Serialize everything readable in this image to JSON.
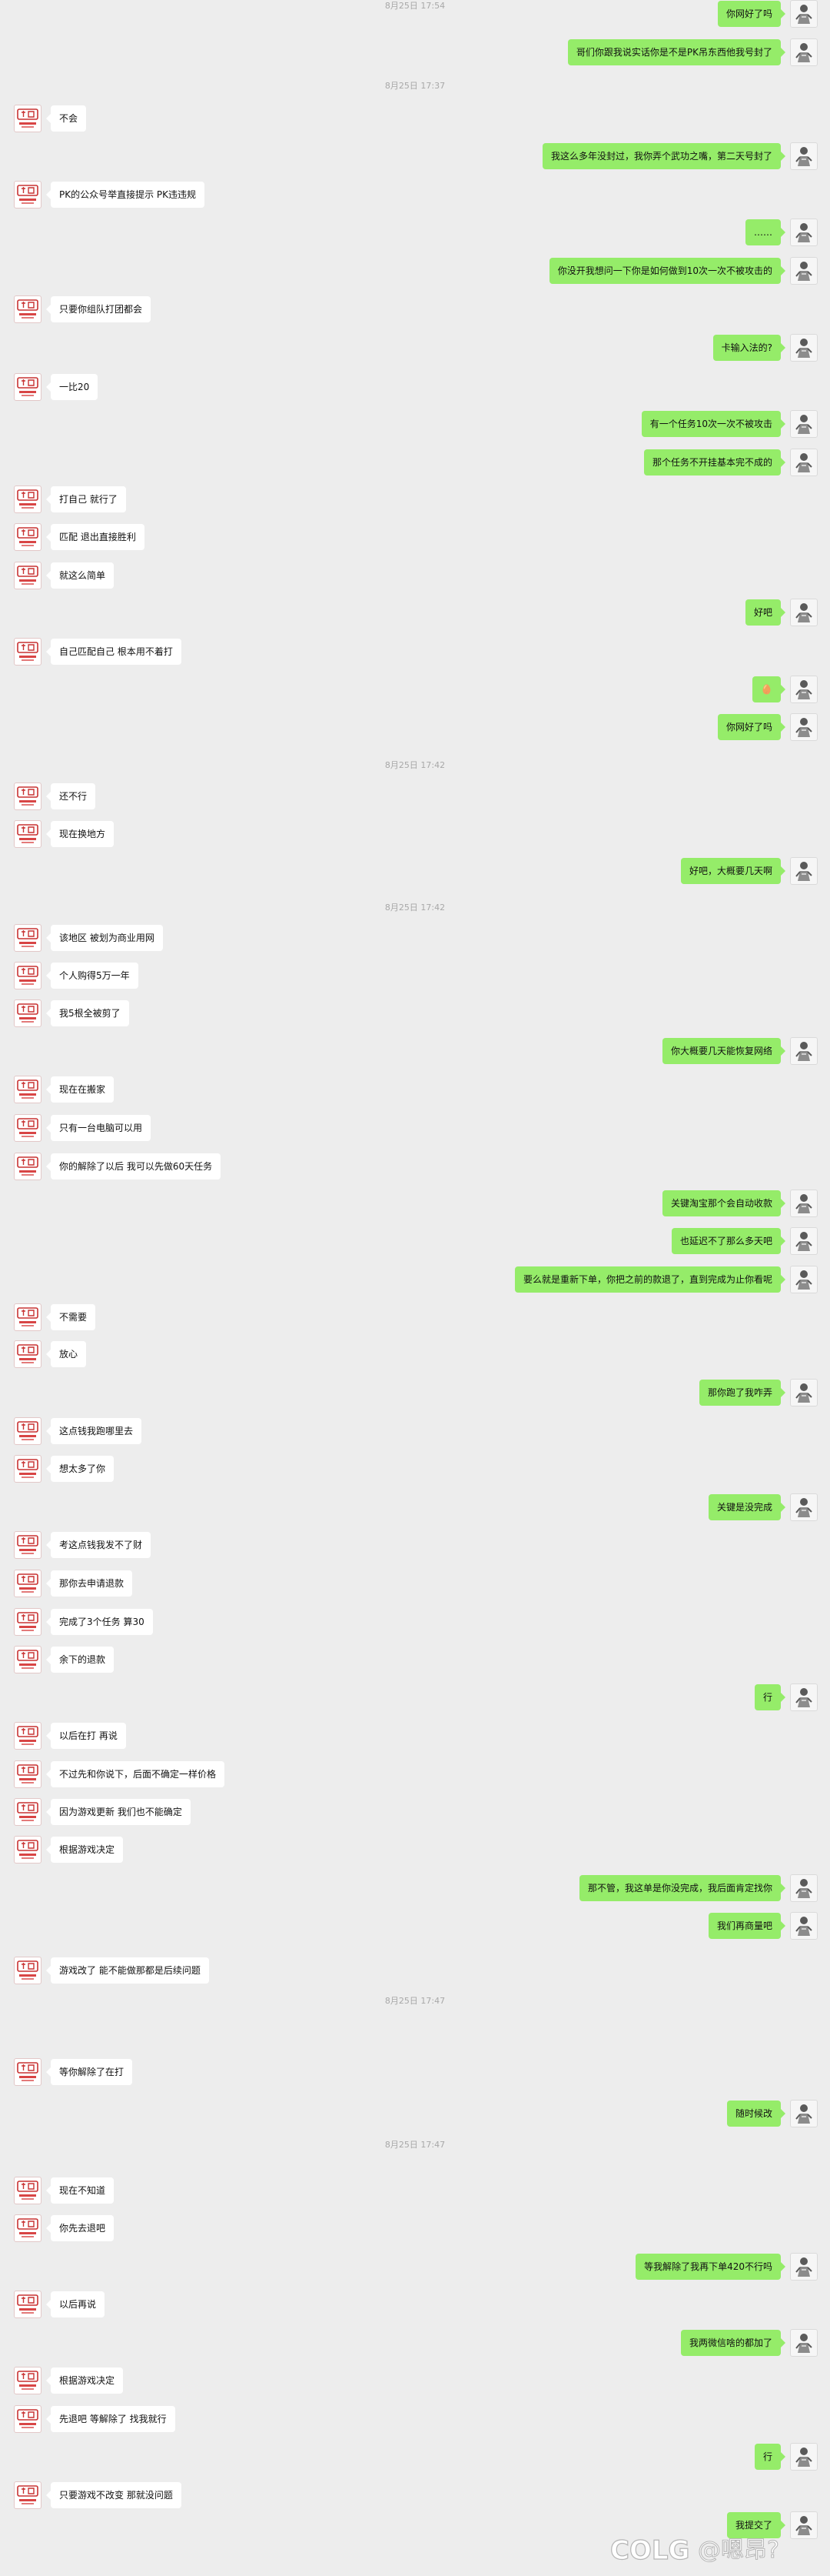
{
  "colors": {
    "background": "#ededed",
    "self_bubble": "#95ec69",
    "other_bubble": "#ffffff",
    "timestamp_text": "#a8a8a8"
  },
  "watermark": {
    "site": "COLG",
    "handle": "@嗯昂?"
  },
  "messages": [
    {
      "kind": "msg",
      "side": "right",
      "text": "你网好了吗"
    },
    {
      "kind": "msg",
      "side": "right",
      "text": "哥们你跟我说实话你是不是PK吊东西他我号封了"
    },
    {
      "kind": "time",
      "text": "8月25日 17:37"
    },
    {
      "kind": "msg",
      "side": "left",
      "text": "不会"
    },
    {
      "kind": "msg",
      "side": "right",
      "text": "我这么多年没封过，我你弄个武功之嘴，第二天号封了"
    },
    {
      "kind": "msg",
      "side": "left",
      "text": "PK的公众号举直接提示  PK违违规"
    },
    {
      "kind": "msg",
      "side": "right",
      "text": "……"
    },
    {
      "kind": "msg",
      "side": "right",
      "text": "你没开我想问一下你是如何做到10次一次不被攻击的"
    },
    {
      "kind": "msg",
      "side": "left",
      "text": "只要你组队打团都会"
    },
    {
      "kind": "msg",
      "side": "right",
      "text": "卡输入法的?"
    },
    {
      "kind": "msg",
      "side": "left",
      "text": "一比20"
    },
    {
      "kind": "msg",
      "side": "right",
      "text": "有一个任务10次一次不被攻击"
    },
    {
      "kind": "msg",
      "side": "right",
      "text": "那个任务不开挂基本完不成的"
    },
    {
      "kind": "msg",
      "side": "left",
      "text": "打自己  就行了"
    },
    {
      "kind": "msg",
      "side": "left",
      "text": "匹配 退出直接胜利"
    },
    {
      "kind": "msg",
      "side": "left",
      "text": "就这么简单"
    },
    {
      "kind": "msg",
      "side": "right",
      "text": "好吧"
    },
    {
      "kind": "msg",
      "side": "left",
      "text": "自己匹配自己  根本用不着打"
    },
    {
      "kind": "msg",
      "side": "right",
      "text": "🥚"
    },
    {
      "kind": "msg",
      "side": "right",
      "text": "你网好了吗"
    },
    {
      "kind": "time",
      "text": "8月25日 17:42"
    },
    {
      "kind": "msg",
      "side": "left",
      "text": "还不行"
    },
    {
      "kind": "msg",
      "side": "left",
      "text": "现在换地方"
    },
    {
      "kind": "msg",
      "side": "right",
      "text": "好吧，大概要几天啊"
    },
    {
      "kind": "time",
      "text": "8月25日 17:42"
    },
    {
      "kind": "msg",
      "side": "left",
      "text": "该地区  被划为商业用网"
    },
    {
      "kind": "msg",
      "side": "left",
      "text": "个人购得5万一年"
    },
    {
      "kind": "msg",
      "side": "left",
      "text": "我5根全被剪了"
    },
    {
      "kind": "msg",
      "side": "right",
      "text": "你大概要几天能恢复网络"
    },
    {
      "kind": "msg",
      "side": "left",
      "text": "现在在搬家"
    },
    {
      "kind": "msg",
      "side": "left",
      "text": "只有一台电脑可以用"
    },
    {
      "kind": "msg",
      "side": "left",
      "text": "你的解除了以后  我可以先做60天任务"
    },
    {
      "kind": "msg",
      "side": "right",
      "text": "关键淘宝那个会自动收款"
    },
    {
      "kind": "msg",
      "side": "right",
      "text": "也延迟不了那么多天吧"
    },
    {
      "kind": "msg",
      "side": "right",
      "text": "要么就是重新下单，你把之前的款退了，直到完成为止你看呢"
    },
    {
      "kind": "msg",
      "side": "left",
      "text": "不需要"
    },
    {
      "kind": "msg",
      "side": "left",
      "text": "放心"
    },
    {
      "kind": "msg",
      "side": "right",
      "text": "那你跑了我咋弄"
    },
    {
      "kind": "msg",
      "side": "left",
      "text": "这点钱我跑哪里去"
    },
    {
      "kind": "msg",
      "side": "left",
      "text": "想太多了你"
    },
    {
      "kind": "msg",
      "side": "right",
      "text": "关键是没完成"
    },
    {
      "kind": "msg",
      "side": "left",
      "text": "考这点钱我发不了财"
    },
    {
      "kind": "msg",
      "side": "left",
      "text": "那你去申请退款"
    },
    {
      "kind": "msg",
      "side": "left",
      "text": "完成了3个任务  算30"
    },
    {
      "kind": "msg",
      "side": "left",
      "text": "余下的退款"
    },
    {
      "kind": "msg",
      "side": "right",
      "text": "行"
    },
    {
      "kind": "msg",
      "side": "left",
      "text": "以后在打  再说"
    },
    {
      "kind": "msg",
      "side": "left",
      "text": "不过先和你说下，后面不确定一样价格"
    },
    {
      "kind": "msg",
      "side": "left",
      "text": "因为游戏更新  我们也不能确定"
    },
    {
      "kind": "msg",
      "side": "left",
      "text": "根据游戏决定"
    },
    {
      "kind": "msg",
      "side": "right",
      "text": "那不管，我这单是你没完成，我后面肯定找你"
    },
    {
      "kind": "msg",
      "side": "right",
      "text": "我们再商量吧"
    },
    {
      "kind": "msg",
      "side": "left",
      "text": "游戏改了  能不能做那都是后续问题"
    },
    {
      "kind": "time",
      "text": "8月25日 17:47"
    },
    {
      "kind": "msg",
      "side": "left",
      "text": "等你解除了在打"
    },
    {
      "kind": "msg",
      "side": "right",
      "text": "随时候改"
    },
    {
      "kind": "time",
      "text": "8月25日 17:47"
    },
    {
      "kind": "msg",
      "side": "left",
      "text": "现在不知道"
    },
    {
      "kind": "msg",
      "side": "left",
      "text": "你先去退吧"
    },
    {
      "kind": "msg",
      "side": "right",
      "text": "等我解除了我再下单420不行吗"
    },
    {
      "kind": "msg",
      "side": "left",
      "text": "以后再说"
    },
    {
      "kind": "msg",
      "side": "right",
      "text": "我两微信啥的都加了"
    },
    {
      "kind": "msg",
      "side": "left",
      "text": "根据游戏决定"
    },
    {
      "kind": "msg",
      "side": "left",
      "text": "先退吧  等解除了 找我就行"
    },
    {
      "kind": "msg",
      "side": "right",
      "text": "行"
    },
    {
      "kind": "msg",
      "side": "left",
      "text": "只要游戏不改变  那就没问题"
    },
    {
      "kind": "msg",
      "side": "right",
      "text": "我提交了"
    },
    {
      "kind": "time",
      "text": "8月25日 17:54"
    }
  ]
}
